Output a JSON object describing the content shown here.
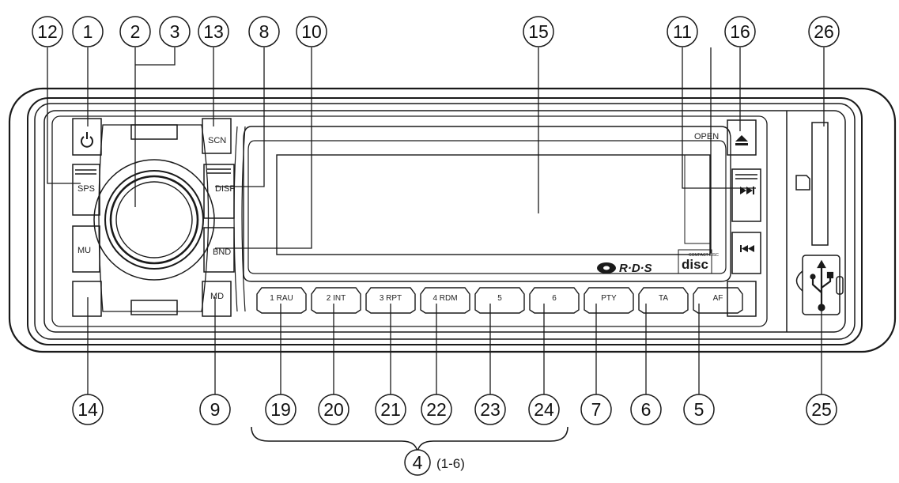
{
  "callouts_top": [
    "12",
    "1",
    "2",
    "3",
    "13",
    "8",
    "10",
    "15",
    "11",
    "16",
    "26"
  ],
  "callouts_bottom": [
    "14",
    "9",
    "19",
    "20",
    "21",
    "22",
    "23",
    "24",
    "7",
    "6",
    "5",
    "25"
  ],
  "group_callout": {
    "number": "4",
    "range": "(1-6)"
  },
  "left_buttons": {
    "sps": "SPS",
    "mu": "MU"
  },
  "scn_label": "SCN",
  "disp_label": "DISP",
  "bnd_label": "BND",
  "md_label": "MD",
  "open_label": "OPEN",
  "preset_buttons": [
    "1 RAU",
    "2 INT",
    "3 RPT",
    "4 RDM",
    "5",
    "6",
    "PTY",
    "TA",
    "AF"
  ],
  "rds_logo": "R·D·S",
  "compact_disc_logo": "COMPACT DISC",
  "colors": {
    "line": "#1a1a1a",
    "background": "#ffffff"
  },
  "icons": [
    "power-icon",
    "eject-icon",
    "next-track-icon",
    "prev-track-icon",
    "usb-icon",
    "sd-card-icon",
    "cd-logo-icon"
  ]
}
